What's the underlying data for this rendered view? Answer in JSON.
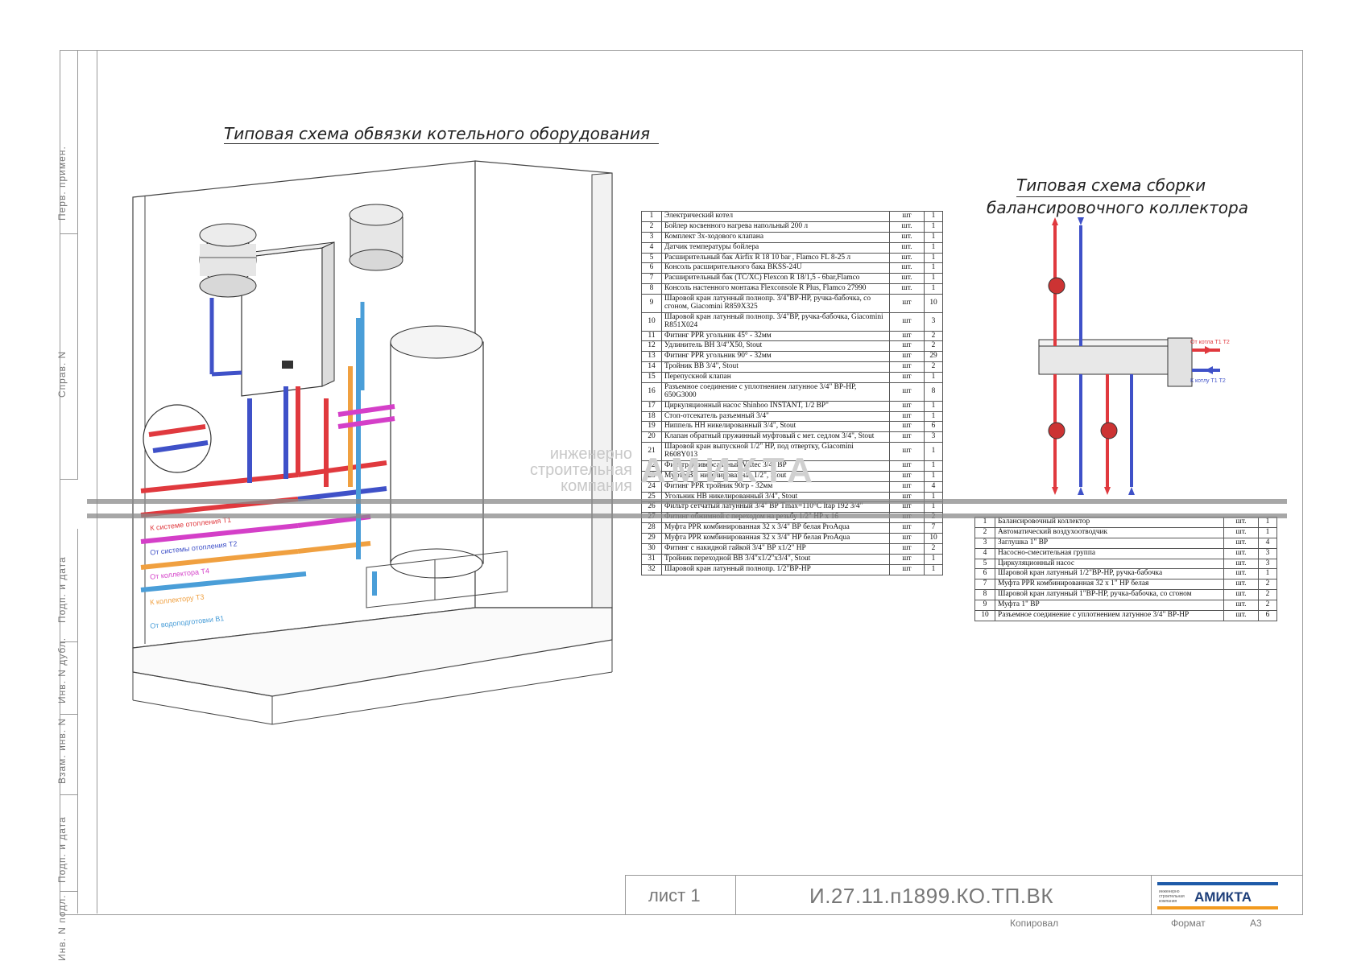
{
  "side_labels": [
    "Перв. примен.",
    "Справ. N",
    "Подп. и дата",
    "Инв. N дубл.",
    "Взам. инв. N",
    "Подп. и дата",
    "Инв. N подл."
  ],
  "titles": {
    "boiler_scheme": "Типовая схема обвязки котельного оборудования",
    "collector_line1": "Типовая схема сборки",
    "collector_line2": "балансировочного коллектора"
  },
  "boiler_labels": {
    "heating_to": "К системе отопления Т1",
    "heating_from": "От системы отопления Т2",
    "from_collector": "От коллектора Т4",
    "to_collector": "К коллектору Т3",
    "from_water": "От водоподготовки В1"
  },
  "collector_labels": {
    "from_boiler": "От котла Т1 Т2",
    "to_boiler": "К котлу Т1 Т2"
  },
  "spec_table_left": [
    {
      "n": "1",
      "name": "Электрический котел",
      "unit": "шт",
      "qty": "1"
    },
    {
      "n": "2",
      "name": "Бойлер косвенного нагрева напольный 200 л",
      "unit": "шт.",
      "qty": "1"
    },
    {
      "n": "3",
      "name": "Комплект 3х-ходового клапана",
      "unit": "шт.",
      "qty": "1"
    },
    {
      "n": "4",
      "name": "Датчик температуры бойлера",
      "unit": "шт.",
      "qty": "1"
    },
    {
      "n": "5",
      "name": "Расширительный бак Airfix R 18 10 bar , Flamco FL 8-25 л",
      "unit": "шт.",
      "qty": "1"
    },
    {
      "n": "6",
      "name": "Консоль расширительного бака BKSS-24U",
      "unit": "шт.",
      "qty": "1"
    },
    {
      "n": "7",
      "name": "Расширительный бак (ТС/ХС) Flexcon R 18/1,5 - 6bar,Flamco",
      "unit": "шт.",
      "qty": "1"
    },
    {
      "n": "8",
      "name": "Консоль настенного монтажа Flexconsole R Plus, Flamco 27990",
      "unit": "шт.",
      "qty": "1"
    },
    {
      "n": "9",
      "name": "Шаровой кран латунный полнопр. 3/4\"ВР-НР, ручка-бабочка, со сгоном, Giacomini R859X325",
      "unit": "шт",
      "qty": "10"
    },
    {
      "n": "10",
      "name": "Шаровой кран латунный полнопр. 3/4\"ВР, ручка-бабочка, Giacomini R851X024",
      "unit": "шт",
      "qty": "3"
    },
    {
      "n": "11",
      "name": "Фитинг PPR угольник 45° - 32мм",
      "unit": "шт",
      "qty": "2"
    },
    {
      "n": "12",
      "name": "Удлинитель ВН 3/4\"X50, Stout",
      "unit": "шт",
      "qty": "2"
    },
    {
      "n": "13",
      "name": "Фитинг PPR угольник 90° - 32мм",
      "unit": "шт",
      "qty": "29"
    },
    {
      "n": "14",
      "name": "Тройник ВВ 3/4\", Stout",
      "unit": "шт",
      "qty": "2"
    },
    {
      "n": "15",
      "name": "Перепускной клапан",
      "unit": "шт",
      "qty": "1"
    },
    {
      "n": "16",
      "name": "Разъемное соединение с уплотнением латунное 3/4\" ВР-НР, 650G3000",
      "unit": "шт",
      "qty": "8"
    },
    {
      "n": "17",
      "name": "Циркуляционный насос Shinhoo INSTANT, 1/2 ВР\"",
      "unit": "шт",
      "qty": "1"
    },
    {
      "n": "18",
      "name": "Стоп-отсекатель разъемный 3/4\"",
      "unit": "шт",
      "qty": "1"
    },
    {
      "n": "19",
      "name": "Ниппель НН никелированный 3/4\", Stout",
      "unit": "шт",
      "qty": "6"
    },
    {
      "n": "20",
      "name": "Клапан обратный пружинный муфтовый с мет. седлом 3/4\", Stout",
      "unit": "шт",
      "qty": "3"
    },
    {
      "n": "21",
      "name": "Шаровой кран выпускной 1/2\" НР, под отвертку, Giacomini R608Y013",
      "unit": "шт",
      "qty": "1"
    },
    {
      "n": "22",
      "name": "Фильтр универсальный Valtec 3/4\" ВР",
      "unit": "шт",
      "qty": "1"
    },
    {
      "n": "23",
      "name": "Муфта ВВ никелированная 1/2\", Stout",
      "unit": "шт",
      "qty": "1"
    },
    {
      "n": "24",
      "name": "Фитинг PPR тройник 90гр - 32мм",
      "unit": "шт",
      "qty": "4"
    },
    {
      "n": "25",
      "name": "Угольник НВ никелированный 3/4\", Stout",
      "unit": "шт",
      "qty": "1"
    },
    {
      "n": "26",
      "name": "Фильтр сетчатый латунный 3/4\" ВР Tmax=110°C Itap 192 3/4\"",
      "unit": "шт",
      "qty": "1"
    },
    {
      "n": "27",
      "name": "Фитинг обжимной с переходом на резьбу 1/2\" НР х 16",
      "unit": "шт",
      "qty": "2"
    },
    {
      "n": "28",
      "name": "Муфта PPR комбинированная 32 x 3/4\" ВР белая ProAqua",
      "unit": "шт",
      "qty": "7"
    },
    {
      "n": "29",
      "name": "Муфта PPR комбинированная 32 x 3/4\" НР белая ProAqua",
      "unit": "шт",
      "qty": "10"
    },
    {
      "n": "30",
      "name": "Фитинг с накидной гайкой 3/4\" ВР х1/2\" НР",
      "unit": "шт",
      "qty": "2"
    },
    {
      "n": "31",
      "name": "Тройник переходной ВВ 3/4\"x1/2\"x3/4\", Stout",
      "unit": "шт",
      "qty": "1"
    },
    {
      "n": "32",
      "name": "Шаровой кран латунный полнопр. 1/2\"ВР-НР",
      "unit": "шт",
      "qty": "1"
    }
  ],
  "spec_table_right": [
    {
      "n": "1",
      "name": "Балансировочный коллектор",
      "unit": "шт.",
      "qty": "1"
    },
    {
      "n": "2",
      "name": "Автоматический воздухоотводчик",
      "unit": "шт.",
      "qty": "1"
    },
    {
      "n": "3",
      "name": "Заглушка 1\" ВР",
      "unit": "шт.",
      "qty": "4"
    },
    {
      "n": "4",
      "name": "Насосно-смесительная группа",
      "unit": "шт.",
      "qty": "3"
    },
    {
      "n": "5",
      "name": "Циркуляционный насос",
      "unit": "шт.",
      "qty": "3"
    },
    {
      "n": "6",
      "name": "Шаровой кран латунный 1/2\"ВР-НР, ручка-бабочка",
      "unit": "шт.",
      "qty": "1"
    },
    {
      "n": "7",
      "name": "Муфта PPR комбинированная 32 х 1\" НР белая",
      "unit": "шт.",
      "qty": "2"
    },
    {
      "n": "8",
      "name": "Шаровой кран латунный 1\"ВР-НР, ручка-бабочка, со сгоном",
      "unit": "шт.",
      "qty": "2"
    },
    {
      "n": "9",
      "name": "Муфта 1\" ВР",
      "unit": "шт.",
      "qty": "2"
    },
    {
      "n": "10",
      "name": "Разъемное соединение с уплотнением латунное 3/4\" ВР-НР",
      "unit": "шт.",
      "qty": "6"
    }
  ],
  "watermark": {
    "line1": "инженерно",
    "line2": "строительная",
    "line3": "компания",
    "brand": "АМИКТА"
  },
  "stamp": {
    "sheet": "лист 1",
    "code": "И.27.11.п1899.КО.ТП.ВК",
    "logo_small": "инженерно строительная компания",
    "logo_brand": "АМИКТА",
    "copied": "Копировал",
    "format_label": "Формат",
    "format_value": "А3"
  },
  "colors": {
    "supply_red": "#e0393e",
    "return_blue": "#3f51c8",
    "collector_magenta": "#d43fc8",
    "collector_orange": "#f0a040",
    "water_lightblue": "#4a9ed8",
    "logo_orange": "#f29a1f",
    "logo_blue": "#1e5aa8"
  }
}
